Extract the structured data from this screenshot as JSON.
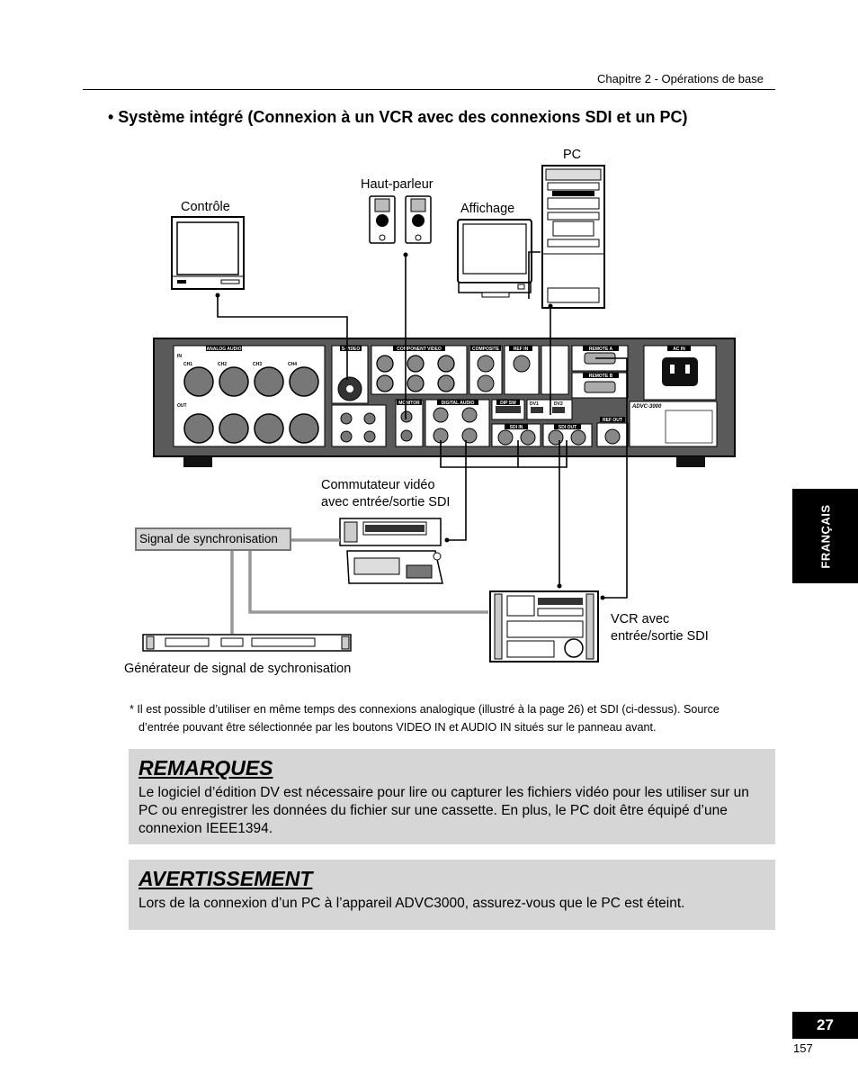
{
  "header": {
    "chapter": "Chapitre 2 - Opérations de base"
  },
  "section_title": "• Système intégré (Connexion à un VCR avec des connexions SDI et un PC)",
  "diagram": {
    "labels": {
      "pc": "PC",
      "speaker": "Haut-parleur",
      "monitor": "Contrôle",
      "display": "Affichage",
      "switcher_line1": "Commutateur vidéo",
      "switcher_line2": "avec entrée/sortie SDI",
      "sync_signal": "Signal de synchronisation",
      "vcr_line1": "VCR avec",
      "vcr_line2": "entrée/sortie SDI",
      "generator": "Générateur de signal de sychronisation"
    },
    "panel_labels": {
      "analog_audio": "ANALOG AUDIO",
      "s_video": "S-VIDEO",
      "component_video": "COMPONENT VIDEO",
      "composite": "COMPOSITE",
      "ref_in": "REF IN",
      "remote_a": "REMOTE A",
      "remote_b": "REMOTE B",
      "ac_in": "AC IN",
      "monitor": "MONITOR",
      "digital_audio": "DIGITAL AUDIO",
      "dip_sw": "DIP SW",
      "sdi_in": "SDI IN",
      "sdi_out": "SDI OUT",
      "ref_out": "REF OUT",
      "dv1": "DV1",
      "dv2": "DV2",
      "model": "ADVC-3000",
      "ch1": "CH1",
      "ch2": "CH2",
      "ch3": "CH3",
      "ch4": "CH4",
      "in": "IN",
      "out": "OUT"
    }
  },
  "footnote": {
    "line1": "* Il est possible d’utiliser en même temps des connexions analogique (illustré à la page 26) et SDI (ci-dessus). Source",
    "line2": "d’entrée pouvant être sélectionnée par les boutons VIDEO IN et AUDIO IN situés sur le panneau avant."
  },
  "remarques": {
    "heading": "REMARQUES",
    "text": "Le logiciel d’édition DV est nécessaire pour lire ou capturer les fichiers vidéo pour les utiliser sur un PC ou enregistrer les données du fichier sur une cassette. En plus, le PC doit être équipé d’une connexion IEEE1394."
  },
  "avertissement": {
    "heading": "AVERTISSEMENT",
    "text": "Lors de la connexion d’un PC à l’appareil ADVC3000, assurez-vous que le PC est éteint."
  },
  "side_tab": "FRANÇAIS",
  "page_number": "27",
  "page_number_small": "157"
}
